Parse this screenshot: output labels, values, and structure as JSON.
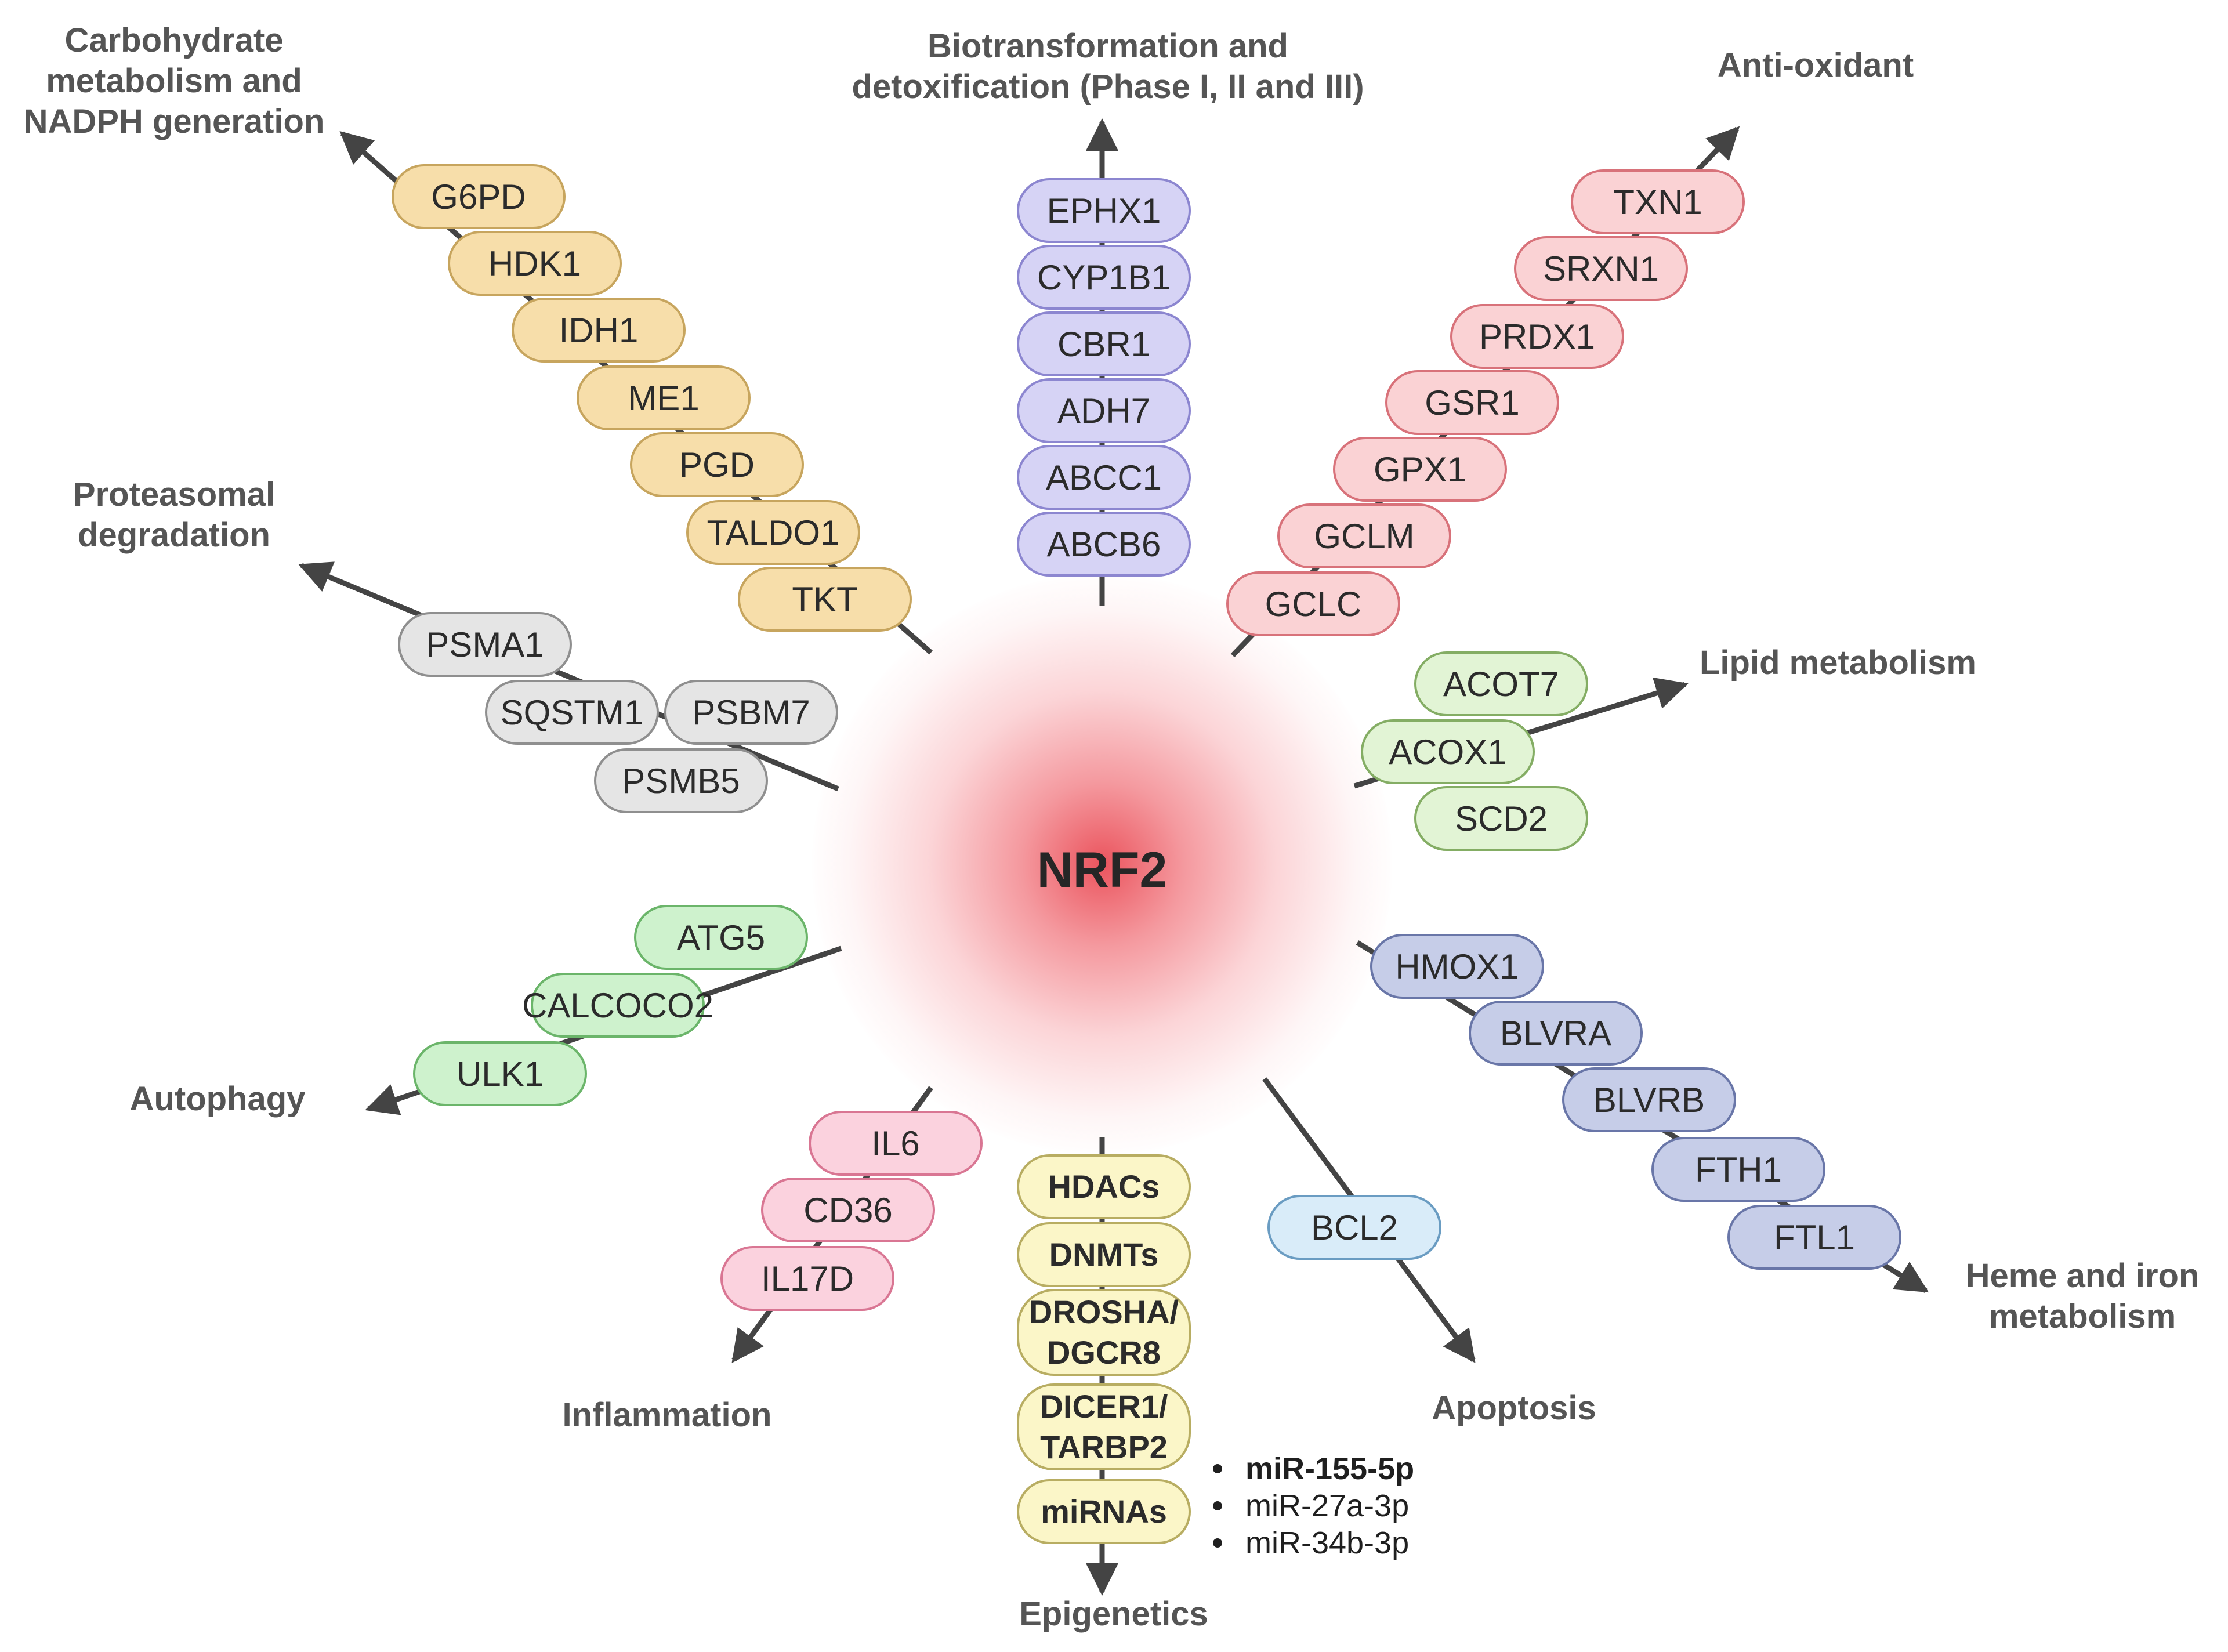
{
  "center": {
    "label": "NRF2",
    "glow_color": "#e94650"
  },
  "categories": {
    "carbohydrate": "Carbohydrate\nmetabolism and\nNADPH generation",
    "biotransformation": "Biotransformation and\ndetoxification (Phase I, II and III)",
    "antioxidant": "Anti-oxidant",
    "proteasomal": "Proteasomal\ndegradation",
    "lipid": "Lipid metabolism",
    "autophagy": "Autophagy",
    "heme": "Heme and iron\nmetabolism",
    "inflammation": "Inflammation",
    "apoptosis": "Apoptosis",
    "epigenetics": "Epigenetics"
  },
  "genes": {
    "carbohydrate": [
      "G6PD",
      "HDK1",
      "IDH1",
      "ME1",
      "PGD",
      "TALDO1",
      "TKT"
    ],
    "biotransformation": [
      "EPHX1",
      "CYP1B1",
      "CBR1",
      "ADH7",
      "ABCC1",
      "ABCB6"
    ],
    "antioxidant": [
      "TXN1",
      "SRXN1",
      "PRDX1",
      "GSR1",
      "GPX1",
      "GCLM",
      "GCLC"
    ],
    "proteasomal": [
      "PSMA1",
      "SQSTM1",
      "PSBM7",
      "PSMB5"
    ],
    "lipid": [
      "ACOT7",
      "ACOX1",
      "SCD2"
    ],
    "autophagy": [
      "ATG5",
      "CALCOCO2",
      "ULK1"
    ],
    "heme": [
      "HMOX1",
      "BLVRA",
      "BLVRB",
      "FTH1",
      "FTL1"
    ],
    "inflammation": [
      "IL6",
      "CD36",
      "IL17D"
    ],
    "apoptosis": [
      "BCL2"
    ],
    "epigenetics": [
      "HDACs",
      "DNMTs",
      "DROSHA/\nDGCR8",
      "DICER1/\nTARBP2",
      "miRNAs"
    ]
  },
  "mirnas": [
    "miR-155-5p",
    "miR-27a-3p",
    "miR-34b-3p"
  ],
  "colors": {
    "carbohydrate": "#f7deaa",
    "biotransformation": "#d6d3f5",
    "antioxidant": "#fad2d4",
    "proteasomal": "#e5e5e5",
    "lipid": "#e2f4d5",
    "autophagy": "#cef2cd",
    "heme": "#c6cde8",
    "inflammation": "#fbd2de",
    "apoptosis": "#d9ecf9",
    "epigenetics": "#fbf6c8",
    "arrow": "#444444"
  }
}
